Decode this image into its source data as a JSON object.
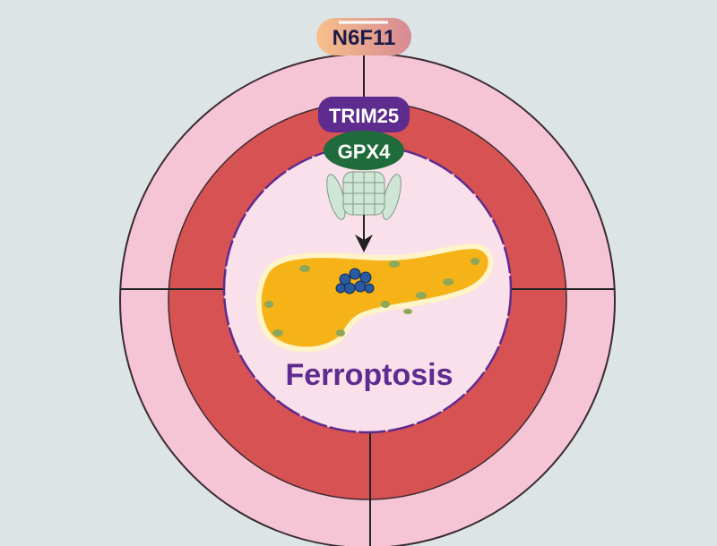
{
  "labels": {
    "drug": "N6F11",
    "e3_ligase": "TRIM25",
    "target": "GPX4",
    "outcome": "Ferroptosis"
  },
  "colors": {
    "background": "#dce4e6",
    "outer_ring": "#f5c5d6",
    "middle_ring": "#d75253",
    "inner_circle": "#f9e0ea",
    "trim25": "#5e2b8e",
    "gpx4": "#1f6b3b",
    "ferroptosis_text": "#5e2b8e",
    "pancreas": "#f5b318"
  }
}
